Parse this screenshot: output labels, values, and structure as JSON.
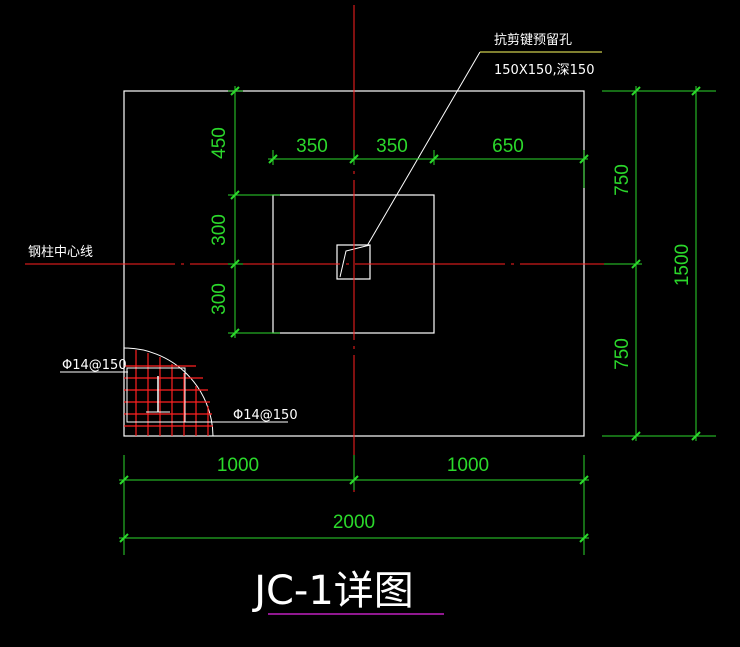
{
  "drawing": {
    "title": "JC-1详图",
    "axis_label": "钢柱中心线",
    "hole_note_line1": "抗剪键预留孔",
    "hole_note_line2": "150X150,深150",
    "rebar_label_1": "Φ14@150",
    "rebar_label_2": "Φ14@150"
  },
  "dimensions": {
    "top_left": "350",
    "top_mid": "350",
    "top_right": "650",
    "left_top": "450",
    "left_mid": "300",
    "left_bot": "300",
    "right_top": "750",
    "right_bot": "750",
    "right_total": "1500",
    "bottom_left": "1000",
    "bottom_right": "1000",
    "bottom_total": "2000"
  },
  "colors": {
    "dimension": "#2bd82b",
    "centerline": "#ff2020",
    "outline": "#ffffff",
    "rebar": "#ff2020",
    "title_underline": "#c020c0",
    "leader": "#ffff60"
  }
}
